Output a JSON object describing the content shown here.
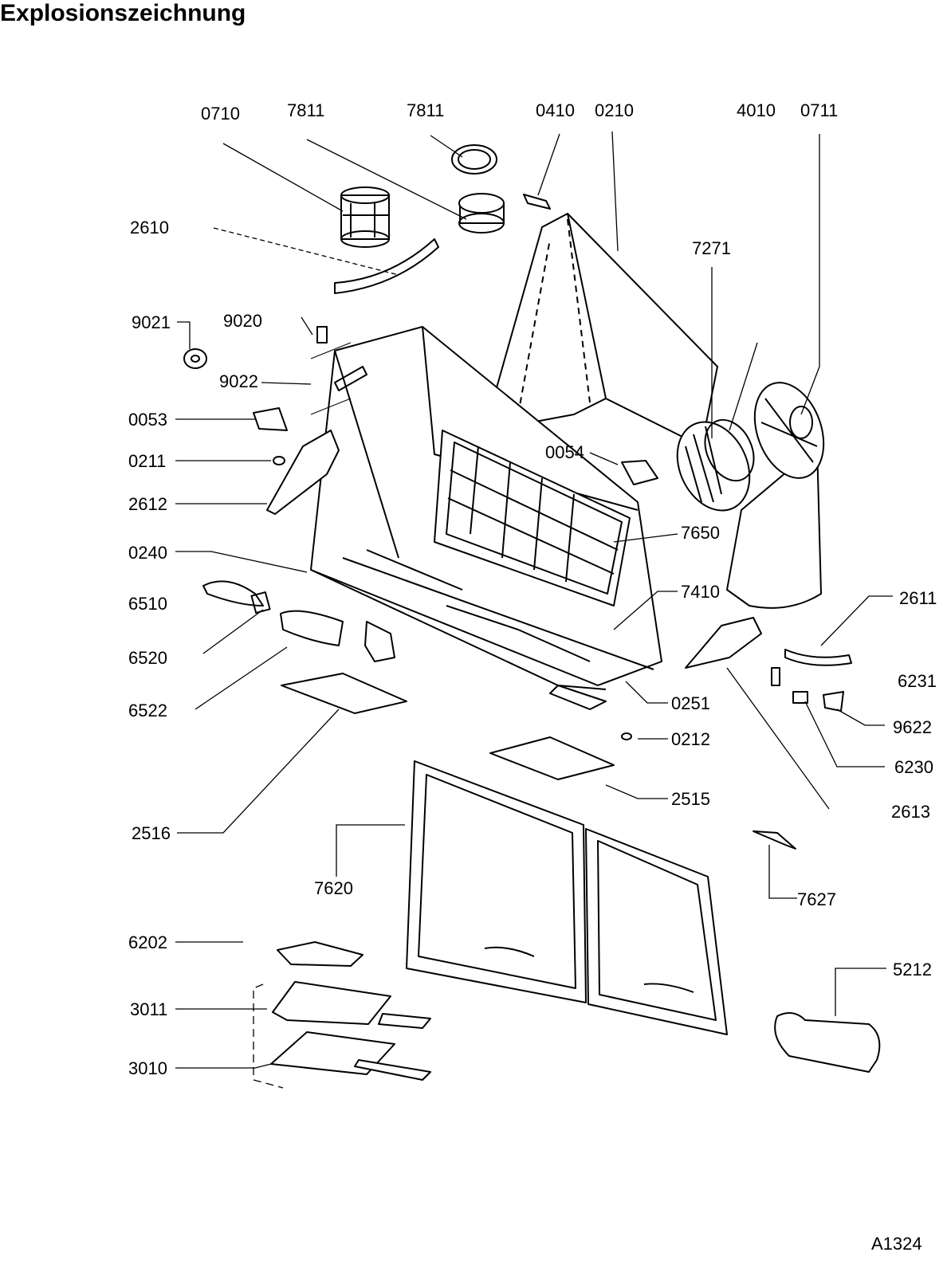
{
  "title": "Explosionszeichnung",
  "figure_id": "A1324",
  "parts": [
    {
      "id": "0710"
    },
    {
      "id": "7811a",
      "label": "7811"
    },
    {
      "id": "7811b",
      "label": "7811"
    },
    {
      "id": "0410"
    },
    {
      "id": "0210"
    },
    {
      "id": "4010"
    },
    {
      "id": "0711"
    },
    {
      "id": "2610"
    },
    {
      "id": "7271"
    },
    {
      "id": "9021"
    },
    {
      "id": "9020"
    },
    {
      "id": "9022"
    },
    {
      "id": "0053"
    },
    {
      "id": "0054"
    },
    {
      "id": "0211"
    },
    {
      "id": "2612"
    },
    {
      "id": "7650"
    },
    {
      "id": "0240"
    },
    {
      "id": "7410"
    },
    {
      "id": "6510"
    },
    {
      "id": "2611"
    },
    {
      "id": "6520"
    },
    {
      "id": "6231"
    },
    {
      "id": "0251"
    },
    {
      "id": "6522"
    },
    {
      "id": "9622"
    },
    {
      "id": "0212"
    },
    {
      "id": "6230"
    },
    {
      "id": "2515"
    },
    {
      "id": "2613"
    },
    {
      "id": "2516"
    },
    {
      "id": "7620"
    },
    {
      "id": "7627"
    },
    {
      "id": "6202"
    },
    {
      "id": "5212"
    },
    {
      "id": "3011"
    },
    {
      "id": "3010"
    }
  ]
}
